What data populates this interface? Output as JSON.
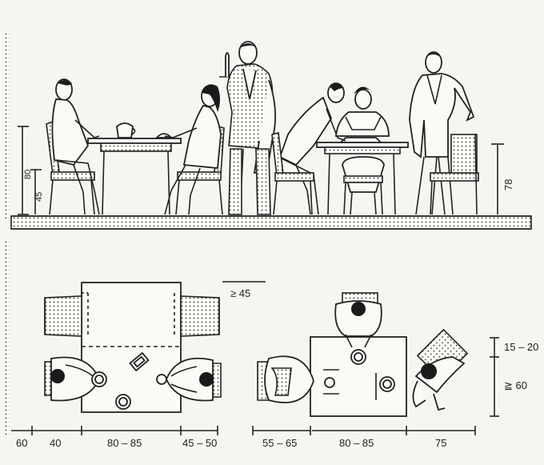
{
  "elevation": {
    "height_left_upper": "80",
    "height_left_lower": "45",
    "height_right": "78"
  },
  "plan": {
    "min_clearance": "≥ 45",
    "right_top": "15 – 20",
    "right_mid": "≧ 60",
    "bottom_dims": [
      "60",
      "40",
      "80 – 85",
      "45 – 50",
      "55 – 65",
      "80 – 85",
      "75"
    ]
  },
  "colors": {
    "ink": "#222222",
    "paper": "#f6f5f1"
  }
}
